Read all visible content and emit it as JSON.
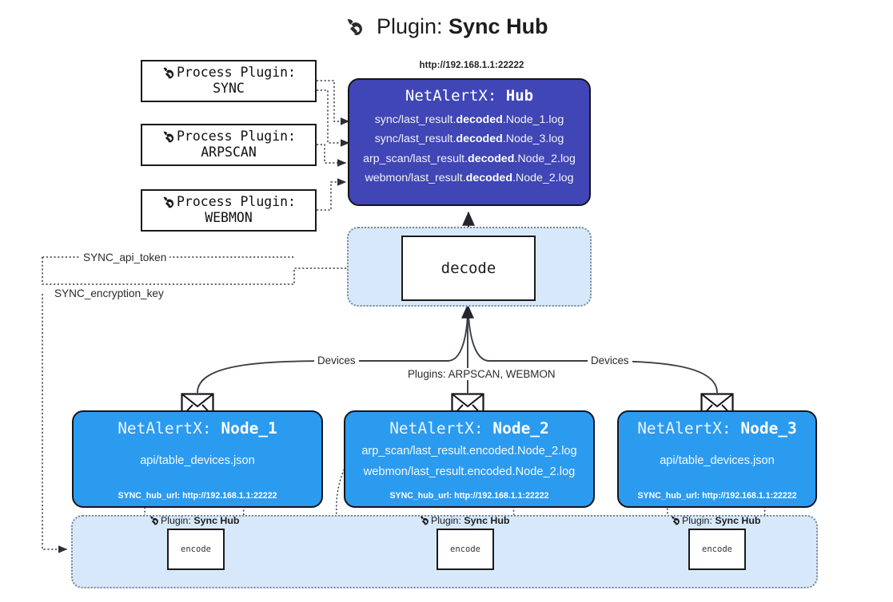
{
  "title": {
    "prefix": "Plugin:",
    "name": "Sync Hub",
    "icon": "plug-icon"
  },
  "process_plugins": [
    {
      "label": "Process Plugin:",
      "name": "SYNC",
      "icon": "plug-icon"
    },
    {
      "label": "Process Plugin:",
      "name": "ARPSCAN",
      "icon": "plug-icon"
    },
    {
      "label": "Process Plugin:",
      "name": "WEBMON",
      "icon": "plug-icon"
    }
  ],
  "hub": {
    "url": "http://192.168.1.1:22222",
    "title_prefix": "NetAlertX:",
    "title_name": "Hub",
    "lines": [
      {
        "pre": "sync/last_result.",
        "mid": "decoded",
        "post": ".Node_1.log"
      },
      {
        "pre": "sync/last_result.",
        "mid": "decoded",
        "post": ".Node_3.log"
      },
      {
        "pre": "arp_scan/last_result.",
        "mid": "decoded",
        "post": ".Node_2.log"
      },
      {
        "pre": "webmon/last_result.",
        "mid": "decoded",
        "post": ".Node_2.log"
      }
    ]
  },
  "decode": {
    "label": "decode"
  },
  "keys": {
    "api_token": "SYNC_api_token",
    "encryption_key": "SYNC_encryption_key"
  },
  "edge_labels": {
    "devices_left": "Devices",
    "devices_right": "Devices",
    "plugins_center": "Plugins: ARPSCAN, WEBMON"
  },
  "nodes": [
    {
      "title_prefix": "NetAlertX:",
      "title_name": "Node_1",
      "lines": [
        "api/table_devices.json"
      ],
      "footer": "SYNC_hub_url: http://192.168.1.1:22222",
      "icon": "envelope-icon"
    },
    {
      "title_prefix": "NetAlertX:",
      "title_name": "Node_2",
      "lines": [
        "arp_scan/last_result.encoded.Node_2.log",
        "webmon/last_result.encoded.Node_2.log"
      ],
      "footer": "SYNC_hub_url: http://192.168.1.1:22222",
      "icon": "envelope-icon"
    },
    {
      "title_prefix": "NetAlertX:",
      "title_name": "Node_3",
      "lines": [
        "api/table_devices.json"
      ],
      "footer": "SYNC_hub_url: http://192.168.1.1:22222",
      "icon": "envelope-icon"
    }
  ],
  "plugin_band": {
    "items": [
      {
        "tag_prefix": "Plugin:",
        "tag_name": "Sync Hub",
        "box_label": "encode",
        "icon": "plug-icon"
      },
      {
        "tag_prefix": "Plugin:",
        "tag_name": "Sync Hub",
        "box_label": "encode",
        "icon": "plug-icon"
      },
      {
        "tag_prefix": "Plugin:",
        "tag_name": "Sync Hub",
        "box_label": "encode",
        "icon": "plug-icon"
      }
    ]
  },
  "colors": {
    "hub_fill": "#4046b5",
    "node_fill": "#2b9bf0",
    "container_fill": "#d7e8fa",
    "stroke": "#15151a"
  }
}
